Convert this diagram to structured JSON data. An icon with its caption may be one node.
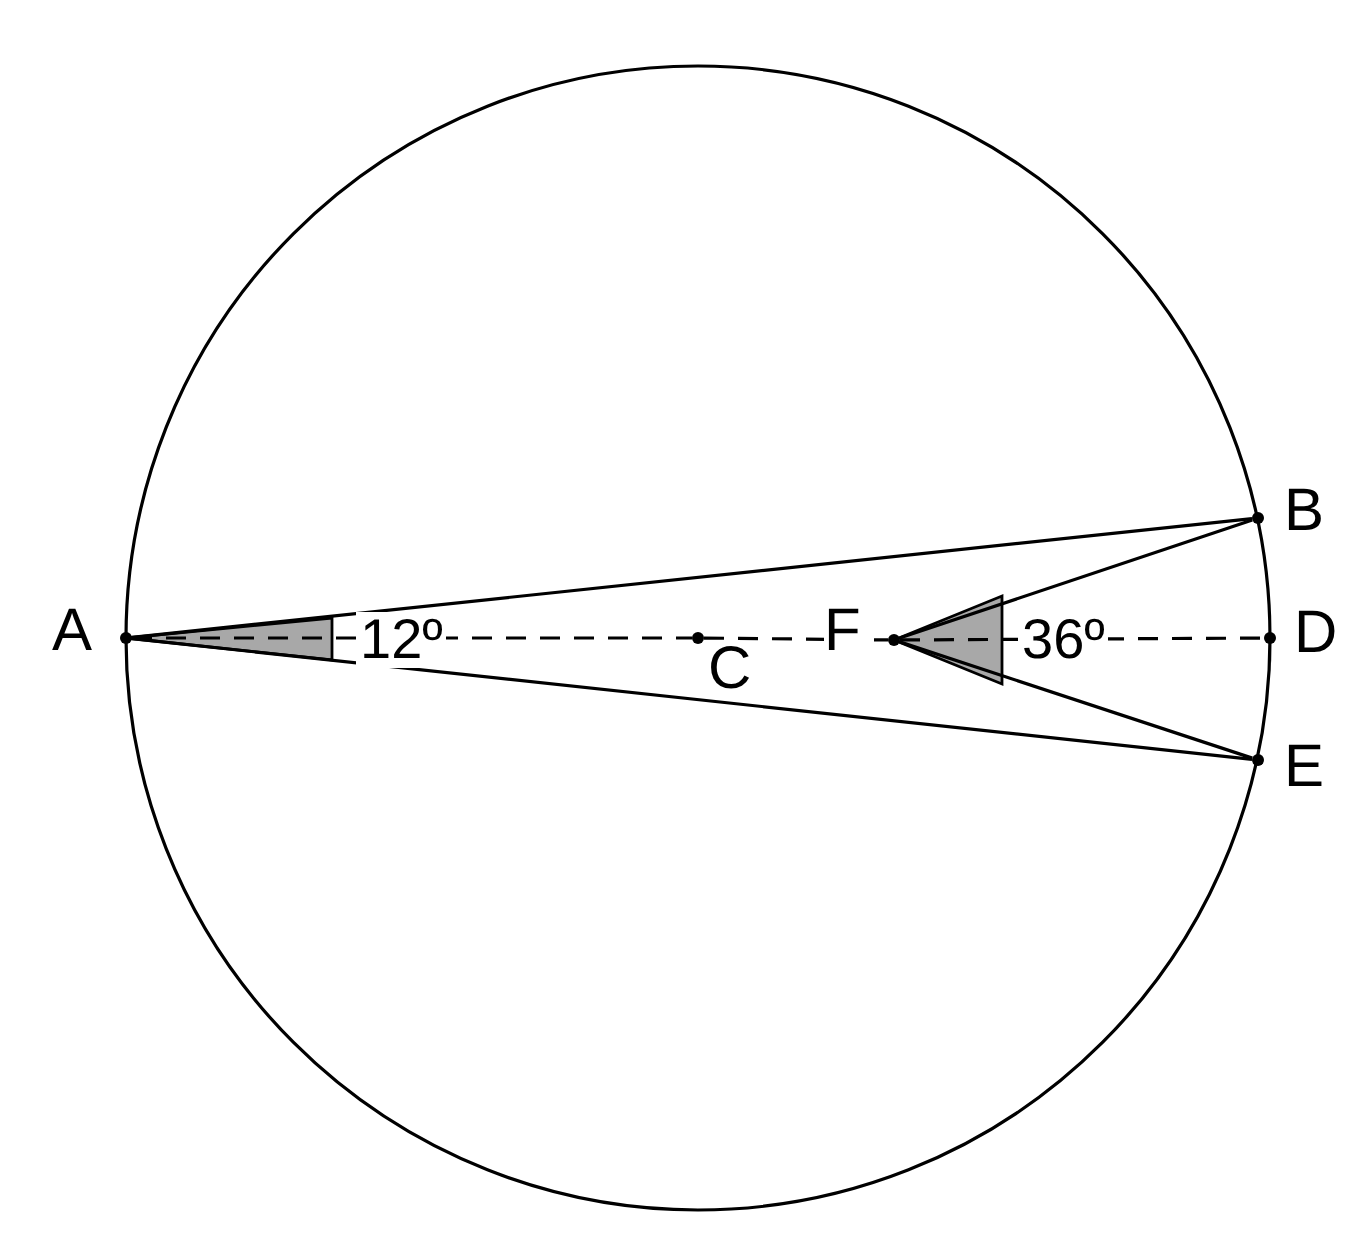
{
  "diagram": {
    "nodes": [
      {
        "text": [
          "A"
        ]
      },
      {
        "text": [
          "B"
        ]
      },
      {
        "text": [
          "C"
        ]
      },
      {
        "text": [
          "D"
        ]
      },
      {
        "text": [
          "E"
        ]
      },
      {
        "text": [
          "F"
        ]
      }
    ],
    "edges": [
      {
        "from": 0,
        "to": 1,
        "arrow": "none"
      },
      {
        "from": 0,
        "to": 4,
        "arrow": "none"
      },
      {
        "from": 5,
        "to": 1,
        "arrow": "none"
      },
      {
        "from": 5,
        "to": 4,
        "arrow": "none"
      },
      {
        "from": 0,
        "to": 2,
        "arrow": "none",
        "style": "dashed"
      },
      {
        "from": 2,
        "to": 5,
        "arrow": "none",
        "style": "dashed"
      },
      {
        "from": 5,
        "to": 3,
        "arrow": "none",
        "style": "dashed"
      }
    ],
    "labels": [
      "12º",
      "36º"
    ]
  }
}
